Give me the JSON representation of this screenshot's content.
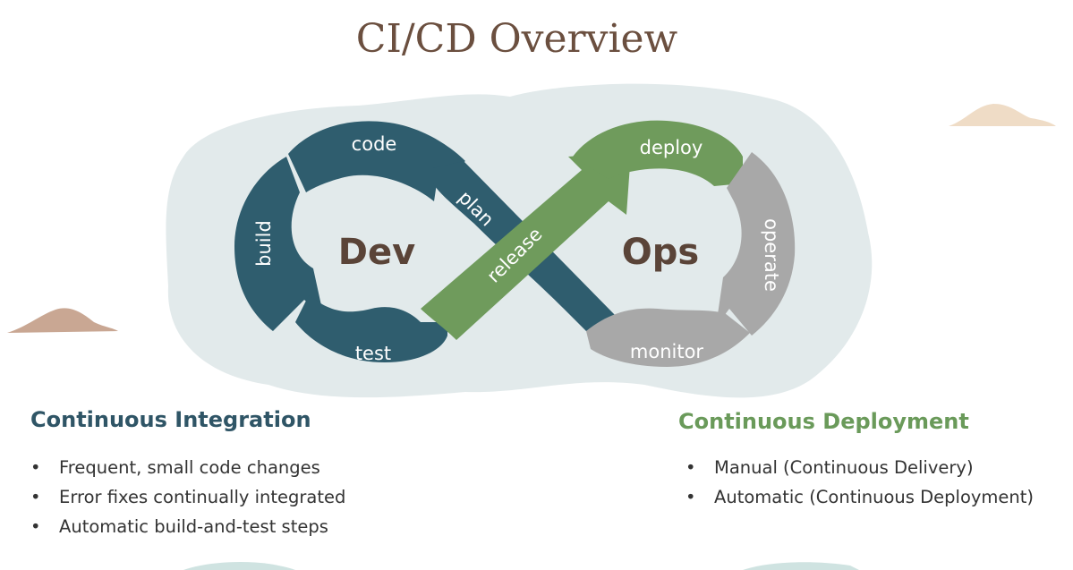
{
  "title": "CI/CD Overview",
  "diagram": {
    "dev_label": "Dev",
    "ops_label": "Ops",
    "segments": {
      "code": "code",
      "build": "build",
      "test": "test",
      "plan": "plan",
      "release": "release",
      "deploy": "deploy",
      "operate": "operate",
      "monitor": "monitor"
    },
    "colors": {
      "dev": "#2f5d6e",
      "release": "#6f9b5c",
      "ops_grey": "#a8a8a8",
      "blob": "#e0e9ea",
      "title": "#6b4f3f"
    }
  },
  "ci": {
    "heading": "Continuous Integration",
    "items": [
      "Frequent, small code changes",
      "Error fixes continually integrated",
      "Automatic build-and-test steps"
    ]
  },
  "cd": {
    "heading": "Continuous Deployment",
    "items": [
      "Manual (Continuous Delivery)",
      "Automatic (Continuous Deployment)"
    ]
  },
  "bullet": "•"
}
